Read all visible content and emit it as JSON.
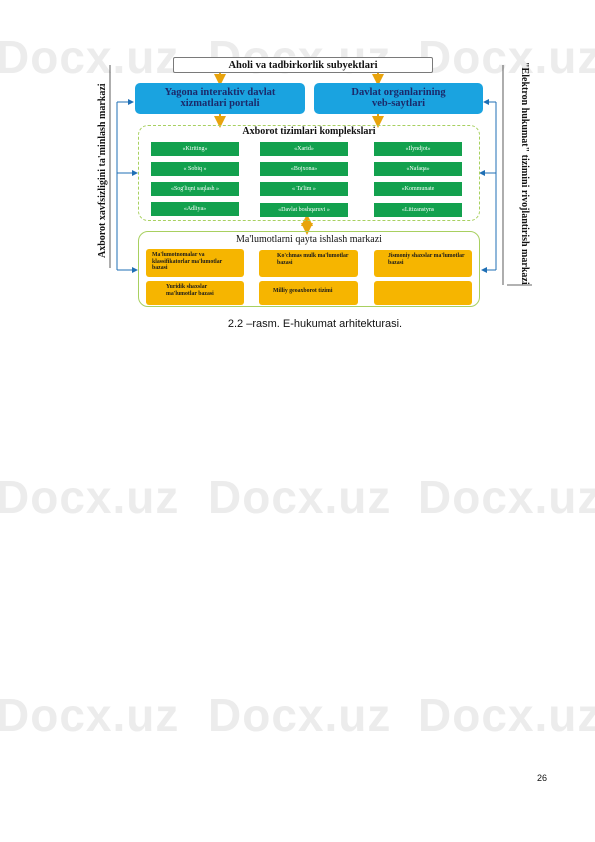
{
  "watermark": "Docx.uz",
  "diagram": {
    "top_box": "Aholi va tadbirkorlik subyektlari",
    "portal_left": "Yagona interaktiv davlat xizmatlari portali",
    "portal_right": "Davlat organlarining veb-saytlari",
    "complex_title": "Axborot tizimlari komplekslari",
    "green_buttons": [
      "«Kiriting»",
      "«Xarid»",
      "«Ilyndjot»",
      "« Sobiq »",
      "«Bojxona»",
      "«Nafaqa»",
      "«Sog'liqni saqlash »",
      "« Ta'lim »",
      "«Kommunate",
      "«Adliya»",
      "«Davlat boshqaruvi »",
      "«Litizanstyns"
    ],
    "processing_title": "Ma'lumotlarni qayta ishlash markazi",
    "yellow_boxes": [
      "Ma'lumotnomalar va klassifikatorlar ma'lumotlar bazasi",
      "Ko'chmas mulk ma'lumotlar bazasi",
      "Jismoniy shaxslar ma'lumotlar bazasi",
      "Yuridik shaxslar ma'lumotlar bazasi",
      "Milliy geoaxborot tizimi",
      ""
    ],
    "left_vertical": "Axborot xavfsizligini ta'minlash markazi",
    "right_vertical": "\"Elektron hukumat\" tizimini rivojlantirish markazi"
  },
  "caption": "2.2 –rasm. E-hukumat arhitekturasi.",
  "page_number": "26"
}
